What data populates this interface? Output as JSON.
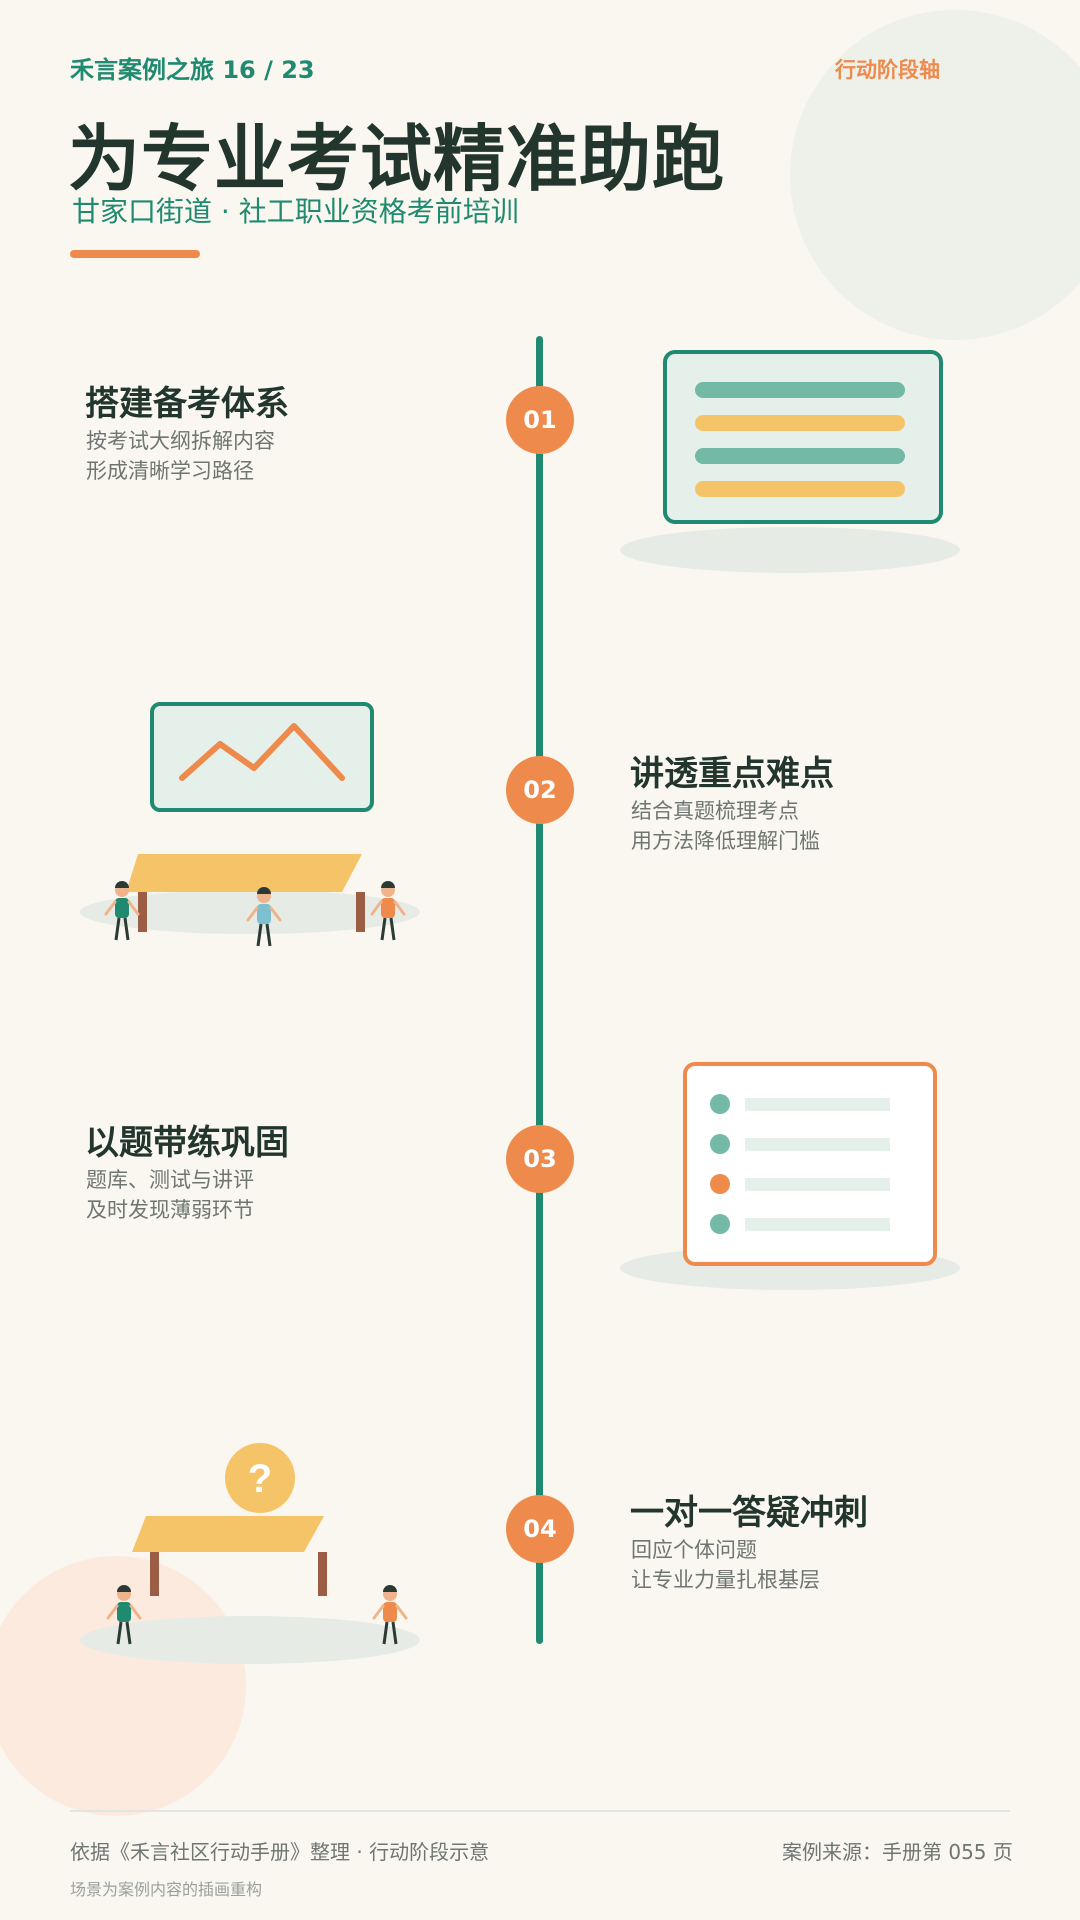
{
  "header": {
    "series": "禾言案例之旅 16 / 23",
    "stage_tag": "行动阶段轴",
    "title": "为专业考试精准助跑",
    "subtitle": "甘家口街道 · 社工职业资格考前培训"
  },
  "steps": [
    {
      "number": "01",
      "title": "搭建备考体系",
      "lines": [
        "按考试大纲拆解内容",
        "形成清晰学习路径"
      ]
    },
    {
      "number": "02",
      "title": "讲透重点难点",
      "lines": [
        "结合真题梳理考点",
        "用方法降低理解门槛"
      ]
    },
    {
      "number": "03",
      "title": "以题带练巩固",
      "lines": [
        "题库、测试与讲评",
        "及时发现薄弱环节"
      ]
    },
    {
      "number": "04",
      "title": "一对一答疑冲刺",
      "lines": [
        "回应个体问题",
        "让专业力量扎根基层"
      ]
    }
  ],
  "illustrations": {
    "question_mark": "?"
  },
  "footer": {
    "left": "依据《禾言社区行动手册》整理 · 行动阶段示意",
    "right": "案例来源：手册第 055 页",
    "note": "场景为案例内容的插画重构"
  },
  "colors": {
    "teal": "#1F8A70",
    "orange": "#EE8B4C",
    "yellow": "#F6C468",
    "background": "#FAF7F0",
    "ink": "#22362E"
  }
}
